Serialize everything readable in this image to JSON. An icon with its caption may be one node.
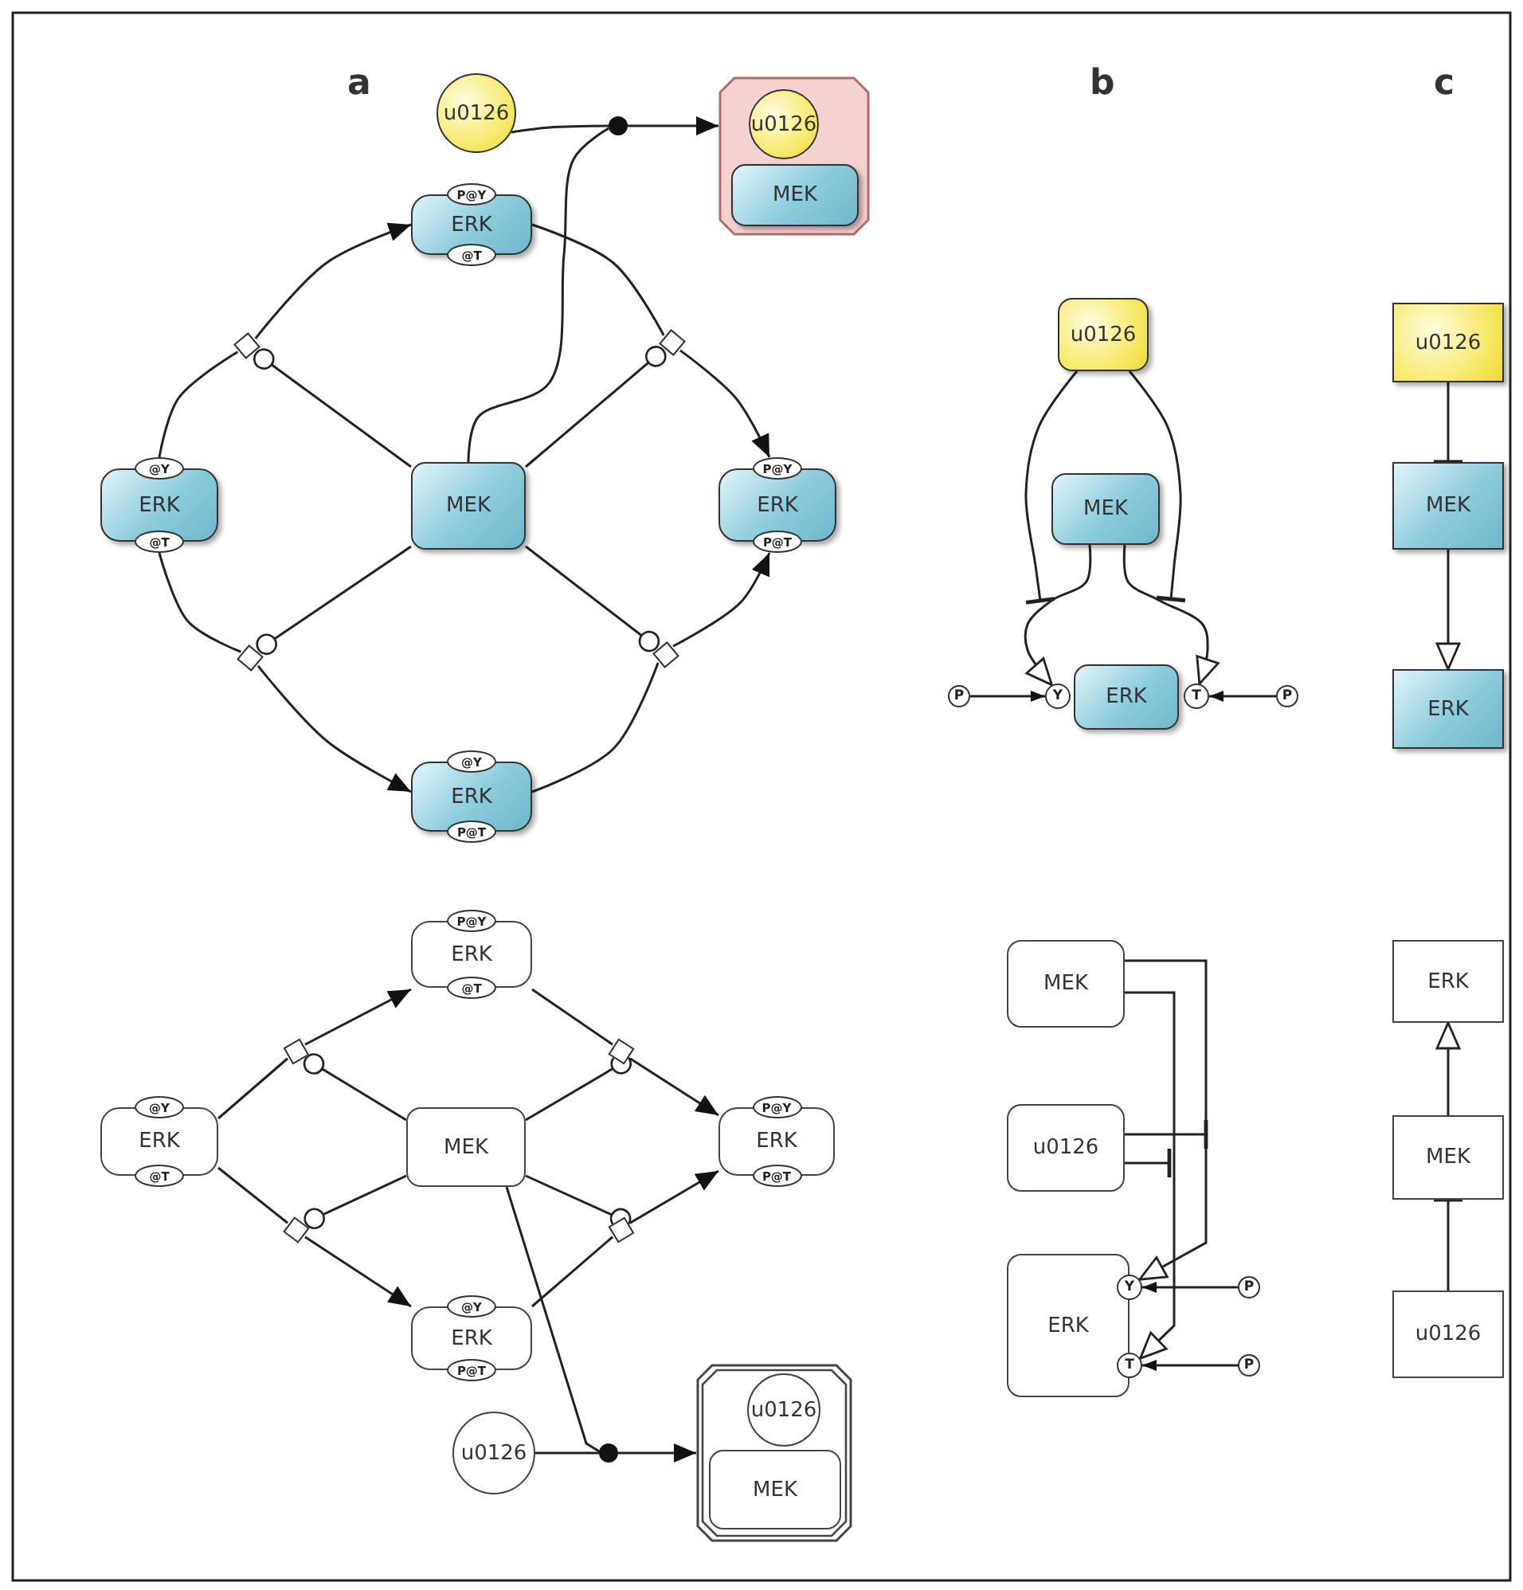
{
  "diagram": {
    "nodes": [
      {
        "text": [
          "u0126"
        ]
      },
      {
        "text": [],
        "shape": "box"
      },
      {
        "text": [
          "u0126"
        ],
        "in": 1
      },
      {
        "text": [
          "MEK"
        ],
        "in": 1
      },
      {
        "text": [],
        "shape": "circle"
      },
      {
        "text": [
          "@Y",
          "ERK",
          "@T"
        ]
      },
      {
        "text": [
          "P@Y",
          "ERK",
          "@T"
        ]
      },
      {
        "text": [
          "MEK"
        ]
      },
      {
        "text": [
          "P@Y",
          "ERK",
          "P@T"
        ]
      },
      {
        "text": [
          "@Y",
          "ERK",
          "P@T"
        ]
      },
      {
        "text": [],
        "shape": "box"
      },
      {
        "text": [],
        "shape": "box"
      },
      {
        "text": [],
        "shape": "box"
      },
      {
        "text": [],
        "shape": "box"
      },
      {
        "text": [
          "@Y",
          "ERK",
          "@T"
        ]
      },
      {
        "text": [
          "P@Y",
          "ERK",
          "@T"
        ]
      },
      {
        "text": [
          "MEK"
        ]
      },
      {
        "text": [
          "P@Y",
          "ERK",
          "P@T"
        ]
      },
      {
        "text": [
          "@Y",
          "ERK",
          "P@T"
        ]
      },
      {
        "text": [],
        "shape": "box"
      },
      {
        "text": [],
        "shape": "box"
      },
      {
        "text": [],
        "shape": "box"
      },
      {
        "text": [],
        "shape": "box"
      },
      {
        "text": [
          "u0126"
        ]
      },
      {
        "text": [],
        "shape": "circle"
      },
      {
        "text": [],
        "shape": "box"
      },
      {
        "text": [
          "u0126"
        ],
        "in": 25
      },
      {
        "text": [
          "MEK"
        ],
        "in": 25
      },
      {
        "text": [
          "u0126"
        ]
      },
      {
        "text": [
          "MEK"
        ]
      },
      {
        "text": [
          "ERK"
        ]
      },
      {
        "text": [
          "Y"
        ]
      },
      {
        "text": [
          "T"
        ]
      },
      {
        "text": [
          "P"
        ]
      },
      {
        "text": [
          "P"
        ]
      },
      {
        "text": [
          "MEK"
        ]
      },
      {
        "text": [
          "u0126"
        ]
      },
      {
        "text": [
          "ERK"
        ]
      },
      {
        "text": [
          "Y"
        ]
      },
      {
        "text": [
          "T"
        ]
      },
      {
        "text": [
          "P"
        ]
      },
      {
        "text": [
          "P"
        ]
      },
      {
        "text": [
          "u0126"
        ]
      },
      {
        "text": [
          "MEK"
        ]
      },
      {
        "text": [
          "ERK"
        ]
      },
      {
        "text": [
          "ERK"
        ]
      },
      {
        "text": [
          "MEK"
        ]
      },
      {
        "text": [
          "u0126"
        ]
      }
    ],
    "edges": [
      {
        "from": 0,
        "to": 4,
        "arrow": "none"
      },
      {
        "from": 7,
        "to": 4,
        "arrow": "none"
      },
      {
        "from": 4,
        "to": 1,
        "arrow": "to"
      },
      {
        "from": 5,
        "to": 10,
        "arrow": "none"
      },
      {
        "from": 10,
        "to": 6,
        "arrow": "to"
      },
      {
        "from": 6,
        "to": 11,
        "arrow": "none"
      },
      {
        "from": 11,
        "to": 8,
        "arrow": "to"
      },
      {
        "from": 5,
        "to": 12,
        "arrow": "none"
      },
      {
        "from": 12,
        "to": 9,
        "arrow": "to"
      },
      {
        "from": 9,
        "to": 13,
        "arrow": "none"
      },
      {
        "from": 13,
        "to": 8,
        "arrow": "to"
      },
      {
        "from": 7,
        "to": 10,
        "arrow": "other"
      },
      {
        "from": 7,
        "to": 11,
        "arrow": "other"
      },
      {
        "from": 7,
        "to": 12,
        "arrow": "other"
      },
      {
        "from": 7,
        "to": 13,
        "arrow": "other"
      },
      {
        "from": 14,
        "to": 19,
        "arrow": "none"
      },
      {
        "from": 19,
        "to": 15,
        "arrow": "to"
      },
      {
        "from": 15,
        "to": 20,
        "arrow": "none"
      },
      {
        "from": 20,
        "to": 17,
        "arrow": "to"
      },
      {
        "from": 14,
        "to": 21,
        "arrow": "none"
      },
      {
        "from": 21,
        "to": 18,
        "arrow": "to"
      },
      {
        "from": 18,
        "to": 22,
        "arrow": "none"
      },
      {
        "from": 22,
        "to": 17,
        "arrow": "to"
      },
      {
        "from": 16,
        "to": 19,
        "arrow": "other"
      },
      {
        "from": 16,
        "to": 20,
        "arrow": "other"
      },
      {
        "from": 16,
        "to": 21,
        "arrow": "other"
      },
      {
        "from": 16,
        "to": 22,
        "arrow": "other"
      },
      {
        "from": 23,
        "to": 24,
        "arrow": "none"
      },
      {
        "from": 16,
        "to": 24,
        "arrow": "none"
      },
      {
        "from": 24,
        "to": 25,
        "arrow": "to"
      },
      {
        "from": 33,
        "to": 31,
        "arrow": "to"
      },
      {
        "from": 34,
        "to": 32,
        "arrow": "to"
      },
      {
        "from": 29,
        "to": 31,
        "arrow": "to"
      },
      {
        "from": 29,
        "to": 32,
        "arrow": "to"
      },
      {
        "from": 28,
        "to": null,
        "arrow": "other"
      },
      {
        "from": 28,
        "to": null,
        "arrow": "other"
      },
      {
        "from": 40,
        "to": 38,
        "arrow": "to"
      },
      {
        "from": 41,
        "to": 39,
        "arrow": "to"
      },
      {
        "from": 35,
        "to": 38,
        "arrow": "to"
      },
      {
        "from": 35,
        "to": 39,
        "arrow": "to"
      },
      {
        "from": 36,
        "to": null,
        "arrow": "other"
      },
      {
        "from": 36,
        "to": null,
        "arrow": "other"
      },
      {
        "from": 42,
        "to": 43,
        "arrow": "other"
      },
      {
        "from": 43,
        "to": 44,
        "arrow": "to"
      },
      {
        "from": 47,
        "to": 46,
        "arrow": "other"
      },
      {
        "from": 46,
        "to": 45,
        "arrow": "to"
      }
    ],
    "labels": [
      "a",
      "b",
      "c"
    ]
  }
}
